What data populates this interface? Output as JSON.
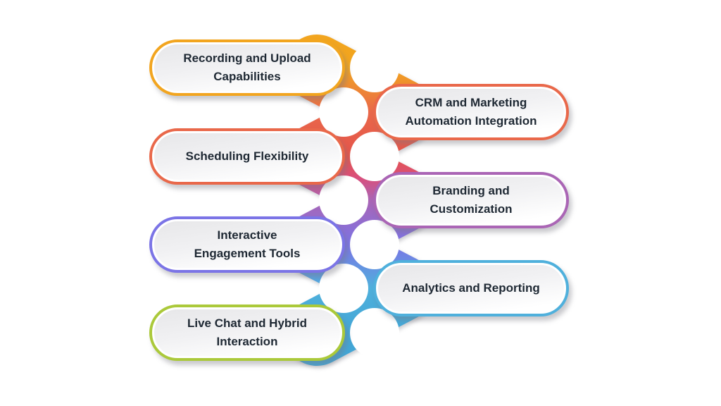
{
  "background": "#ffffff",
  "text_color": "#1e2833",
  "items": [
    {
      "label": "Recording and Upload Capabilities",
      "line1": "Recording and Upload",
      "line2": "Capabilities",
      "color": "#F2A51F",
      "side": "left"
    },
    {
      "label": "CRM and Marketing Automation Integration",
      "line1": "CRM and Marketing",
      "line2": "Automation Integration",
      "color": "#E9684A",
      "side": "right"
    },
    {
      "label": "Scheduling Flexibility",
      "line1": "Scheduling Flexibility",
      "line2": "",
      "color": "#E9684A",
      "side": "left"
    },
    {
      "label": "Branding and Customization",
      "line1": "Branding and",
      "line2": "Customization",
      "color": "#AA65B5",
      "side": "right"
    },
    {
      "label": "Interactive Engagement Tools",
      "line1": "Interactive",
      "line2": "Engagement Tools",
      "color": "#7B74E6",
      "side": "left"
    },
    {
      "label": "Analytics and Reporting",
      "line1": "Analytics and Reporting",
      "line2": "",
      "color": "#4FB0DC",
      "side": "right"
    },
    {
      "label": "Live Chat and Hybrid Interaction",
      "line1": "Live Chat and Hybrid",
      "line2": "Interaction",
      "color": "#ABC93A",
      "side": "left"
    }
  ],
  "spine": {
    "stops": [
      "#F2A51F",
      "#E9684A",
      "#E4544B",
      "#D94F7C",
      "#AA65B5",
      "#7B74E6",
      "#4FB0DC",
      "#43A6D6"
    ]
  }
}
